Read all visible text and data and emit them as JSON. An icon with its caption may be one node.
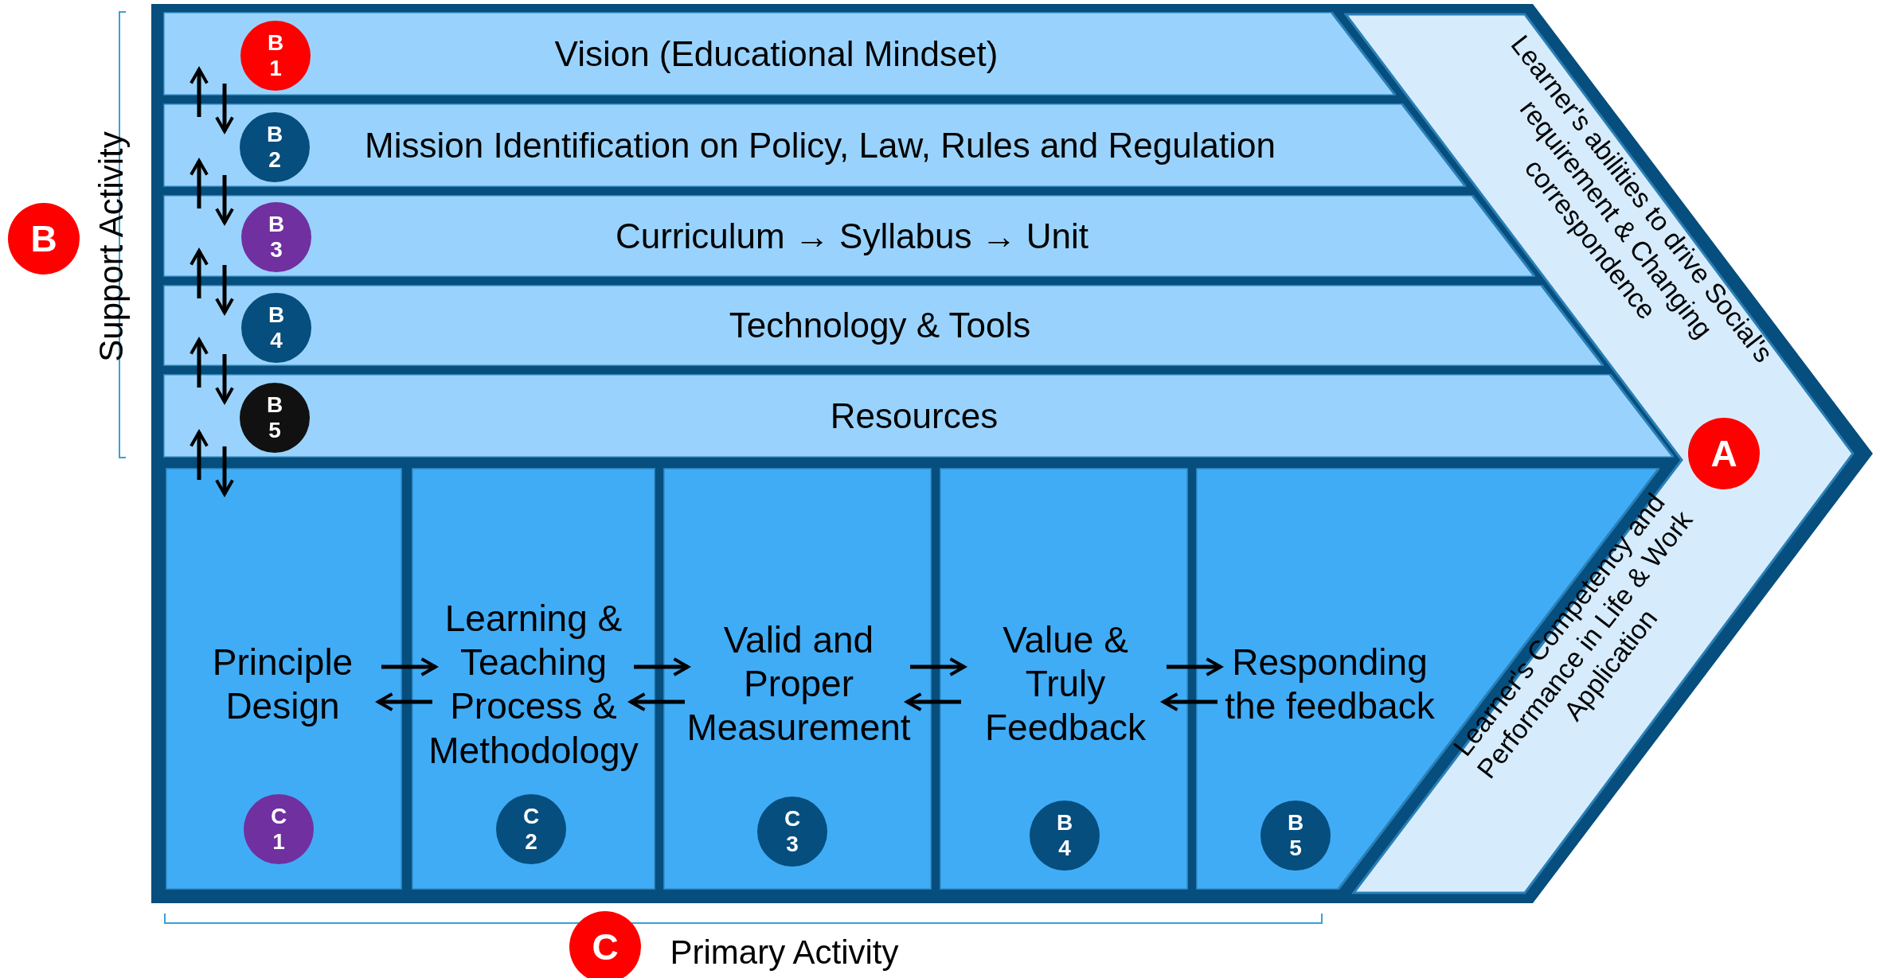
{
  "diagram": {
    "nodes": [
      {
        "text": [
          "Vision (Educational Mindset)"
        ]
      },
      {
        "text": [
          "B 1"
        ],
        "in": 0
      },
      {
        "text": [
          "Mission Identification on Policy, Law, Rules and Regulation"
        ]
      },
      {
        "text": [
          "B 2"
        ],
        "in": 2
      },
      {
        "text": [
          "Curriculum → Syllabus → Unit"
        ]
      },
      {
        "text": [
          "B 3"
        ],
        "in": 4
      },
      {
        "text": [
          "Technology & Tools"
        ]
      },
      {
        "text": [
          "B 4"
        ],
        "in": 6
      },
      {
        "text": [
          "Resources"
        ]
      },
      {
        "text": [
          "B 5"
        ],
        "in": 8
      },
      {
        "text": [
          "Principle Design"
        ]
      },
      {
        "text": [
          "C 1"
        ],
        "in": 10
      },
      {
        "text": [
          "Learning & Teaching Process & Methodology"
        ]
      },
      {
        "text": [
          "C 2"
        ],
        "in": 12
      },
      {
        "text": [
          "Valid and Proper Measurement"
        ]
      },
      {
        "text": [
          "C 3"
        ],
        "in": 14
      },
      {
        "text": [
          "Value & Truly Feedback"
        ]
      },
      {
        "text": [
          "B 4"
        ],
        "in": 16
      },
      {
        "text": [
          "Responding the feedback"
        ]
      },
      {
        "text": [
          "B 5"
        ],
        "in": 18
      },
      {
        "text": [
          "Learner's abilities to drive Social's requirement & Changing correspondence",
          "Learner's Competency and Performance in Life & Work Application"
        ]
      },
      {
        "text": [
          "A"
        ],
        "in": 20
      },
      {
        "text": [
          "B"
        ]
      },
      {
        "text": [
          "C"
        ]
      }
    ],
    "edges": [
      {
        "from": 2,
        "to": 0,
        "arrow": "to"
      },
      {
        "from": 0,
        "to": 2,
        "arrow": "to"
      },
      {
        "from": 4,
        "to": 2,
        "arrow": "to"
      },
      {
        "from": 2,
        "to": 4,
        "arrow": "to"
      },
      {
        "from": 6,
        "to": 4,
        "arrow": "to"
      },
      {
        "from": 4,
        "to": 6,
        "arrow": "to"
      },
      {
        "from": 8,
        "to": 6,
        "arrow": "to"
      },
      {
        "from": 6,
        "to": 8,
        "arrow": "to"
      },
      {
        "from": 10,
        "to": 8,
        "arrow": "to"
      },
      {
        "from": 8,
        "to": 10,
        "arrow": "to"
      },
      {
        "from": 10,
        "to": 12,
        "arrow": "to"
      },
      {
        "from": 12,
        "to": 10,
        "arrow": "to"
      },
      {
        "from": 12,
        "to": 14,
        "arrow": "to"
      },
      {
        "from": 14,
        "to": 12,
        "arrow": "to"
      },
      {
        "from": 14,
        "to": 16,
        "arrow": "to"
      },
      {
        "from": 16,
        "to": 14,
        "arrow": "to"
      },
      {
        "from": 16,
        "to": 18,
        "arrow": "to"
      },
      {
        "from": 18,
        "to": 16,
        "arrow": "to"
      }
    ],
    "labels": [
      "Support Activity",
      "Primary Activity"
    ]
  }
}
